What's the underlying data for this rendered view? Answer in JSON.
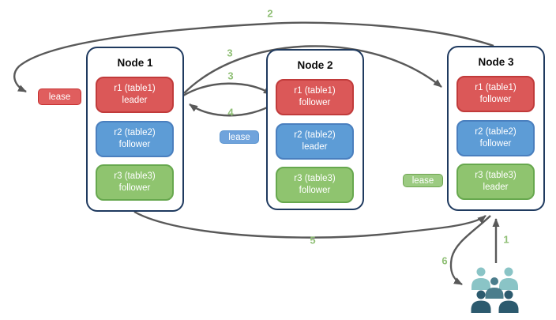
{
  "nodes": [
    {
      "title": "Node 1",
      "replicas": [
        {
          "range": "r1 (table1)",
          "role": "leader",
          "color": "red"
        },
        {
          "range": "r2 (table2)",
          "role": "follower",
          "color": "blue"
        },
        {
          "range": "r3 (table3)",
          "role": "follower",
          "color": "green"
        }
      ]
    },
    {
      "title": "Node 2",
      "replicas": [
        {
          "range": "r1 (table1)",
          "role": "follower",
          "color": "red"
        },
        {
          "range": "r2 (table2)",
          "role": "leader",
          "color": "blue"
        },
        {
          "range": "r3 (table3)",
          "role": "follower",
          "color": "green"
        }
      ]
    },
    {
      "title": "Node 3",
      "replicas": [
        {
          "range": "r1 (table1)",
          "role": "follower",
          "color": "red"
        },
        {
          "range": "r2 (table2)",
          "role": "follower",
          "color": "blue"
        },
        {
          "range": "r3 (table3)",
          "role": "leader",
          "color": "green"
        }
      ]
    }
  ],
  "leases": {
    "red": {
      "label": "lease"
    },
    "blue": {
      "label": "lease"
    },
    "green": {
      "label": "lease"
    }
  },
  "step_labels": {
    "s1": "1",
    "s2": "2",
    "s3a": "3",
    "s3b": "3",
    "s4": "4",
    "s5": "5",
    "s6": "6"
  },
  "icons": {
    "users": "users-group-icon"
  },
  "colors": {
    "replica_red": "#DB5858",
    "replica_red_border": "#C13B3B",
    "replica_blue": "#5D9CD6",
    "replica_blue_border": "#4A7FBE",
    "replica_green": "#8FC46F",
    "replica_green_border": "#67A84E",
    "lease_red": "#E05E5E",
    "lease_blue": "#6FA3DC",
    "lease_green": "#9CCB82",
    "node_border": "#1F3A5F",
    "arrow": "#595959",
    "step_label": "#8FBF75",
    "users_light": "#8AC4C6",
    "users_mid": "#4B7D8C",
    "users_dark": "#2C5A6E",
    "background": "#FFFFFF"
  }
}
